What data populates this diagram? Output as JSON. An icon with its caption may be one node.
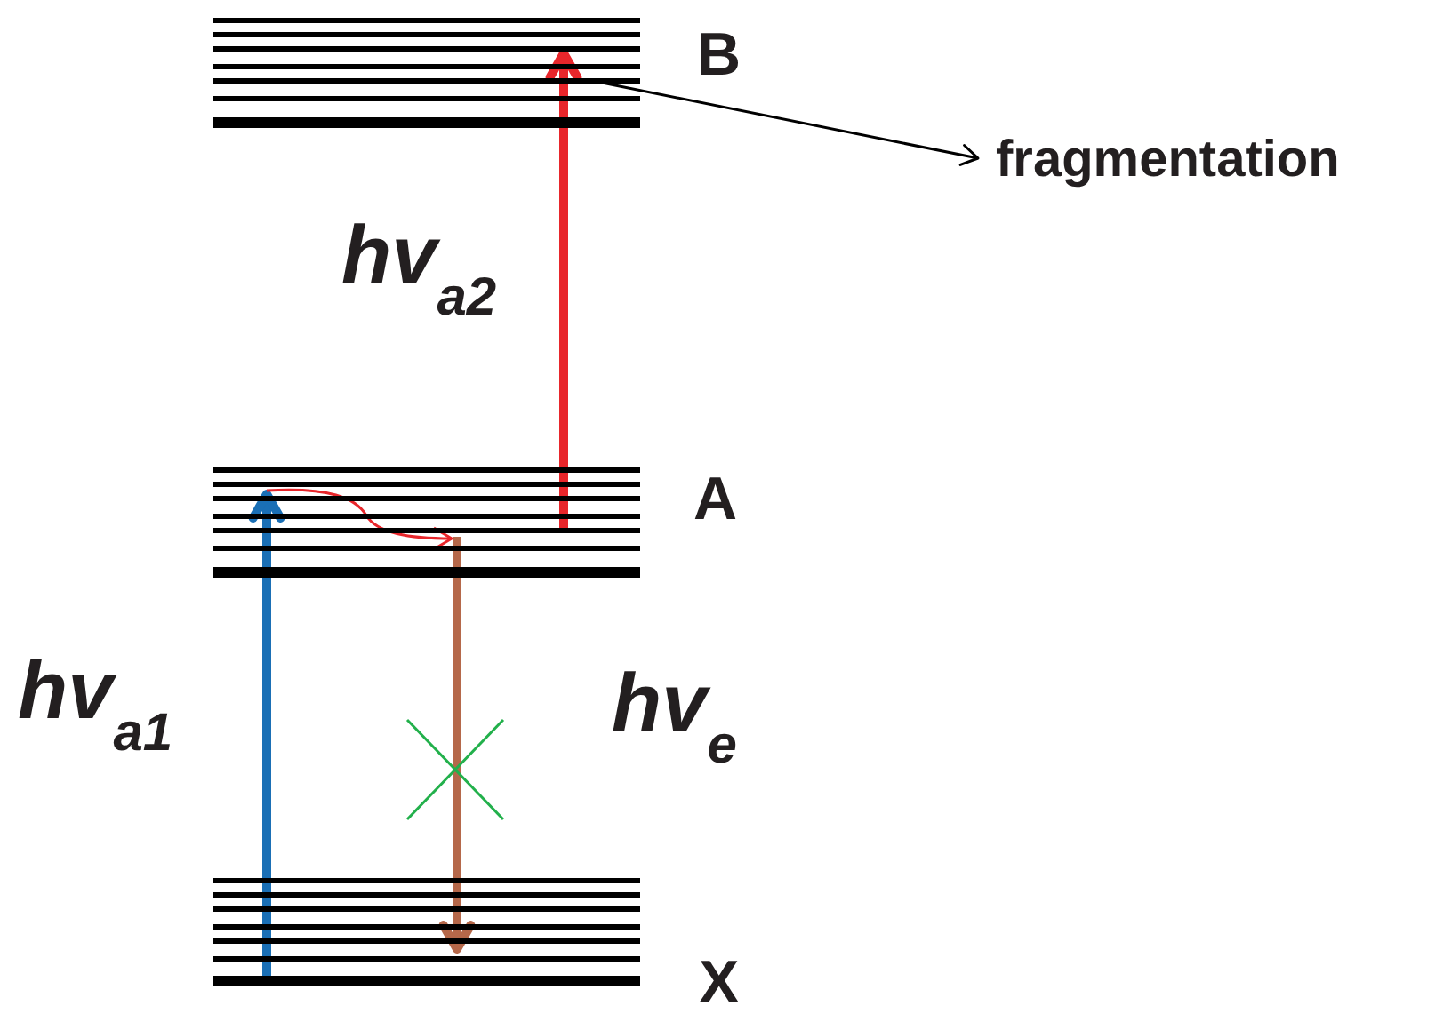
{
  "diagram": {
    "nodes": [
      {
        "text": [],
        "shape": "bar",
        "beside": [
          "B"
        ]
      },
      {
        "text": [],
        "shape": "bar",
        "beside": [
          "A"
        ]
      },
      {
        "text": [],
        "shape": "bar",
        "beside": [
          "X"
        ]
      },
      {
        "text": [
          "fragmentation"
        ]
      }
    ],
    "edges": [
      {
        "from": 2,
        "to": 1,
        "arrow": "to",
        "label": "hv$_{a1}$",
        "color": "#1a6fb5"
      },
      {
        "from": 1,
        "to": 0,
        "arrow": "to",
        "label": "hv$_{a2}$",
        "color": "#e8262b"
      },
      {
        "from": 1,
        "to": 2,
        "arrow": "to",
        "label": "hv$_{e}$",
        "color": "#b5684a"
      },
      {
        "from": 0,
        "to": 3,
        "arrow": "to",
        "color": "#000000"
      }
    ]
  }
}
